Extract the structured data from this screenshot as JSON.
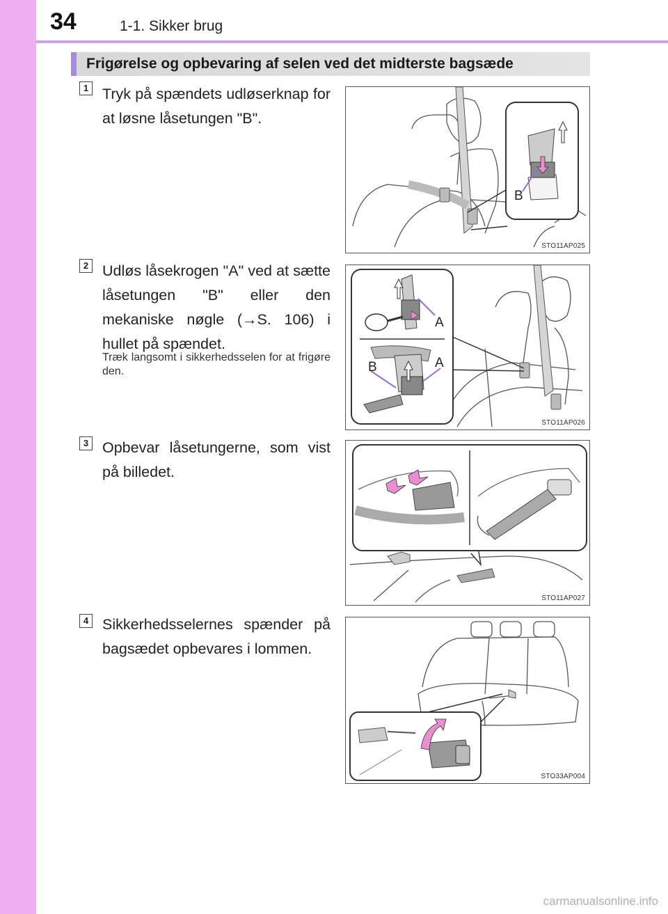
{
  "page": {
    "number": "34",
    "chapter": "1-1. Sikker brug"
  },
  "section": {
    "title": "Frigørelse og opbevaring af selen ved det midterste bagsæde"
  },
  "steps": [
    {
      "badge": "1",
      "text": "Tryk på spændets udløserknap for at løsne låsetungen \"B\".",
      "illustration": {
        "code": "STO11AP025",
        "labels": [
          "B"
        ]
      }
    },
    {
      "badge": "2",
      "text_before": "Udløs låsekrogen \"A\" ved at sætte låsetungen \"B\" eller den mekaniske nøgle (",
      "arrow": "→",
      "text_after": "S. 106) i hullet på spændet.",
      "note": "Træk langsomt i sikkerhedsselen for at frigøre den.",
      "illustration": {
        "code": "STO11AP026",
        "labels": [
          "A",
          "B",
          "A"
        ]
      }
    },
    {
      "badge": "3",
      "text": "Opbevar låsetungerne, som vist på billedet.",
      "illustration": {
        "code": "STO11AP027"
      }
    },
    {
      "badge": "4",
      "text": "Sikkerhedsselernes spænder på bagsædet opbevares i lommen.",
      "illustration": {
        "code": "STO33AP004"
      }
    }
  ],
  "footer": {
    "watermark": "carmanualsonline.info"
  },
  "colors": {
    "sidebar": "#efaef0",
    "rule": "#c9a6e3",
    "banner_accent": "#a98bd9",
    "arrow_pink": "#e98ed0"
  }
}
